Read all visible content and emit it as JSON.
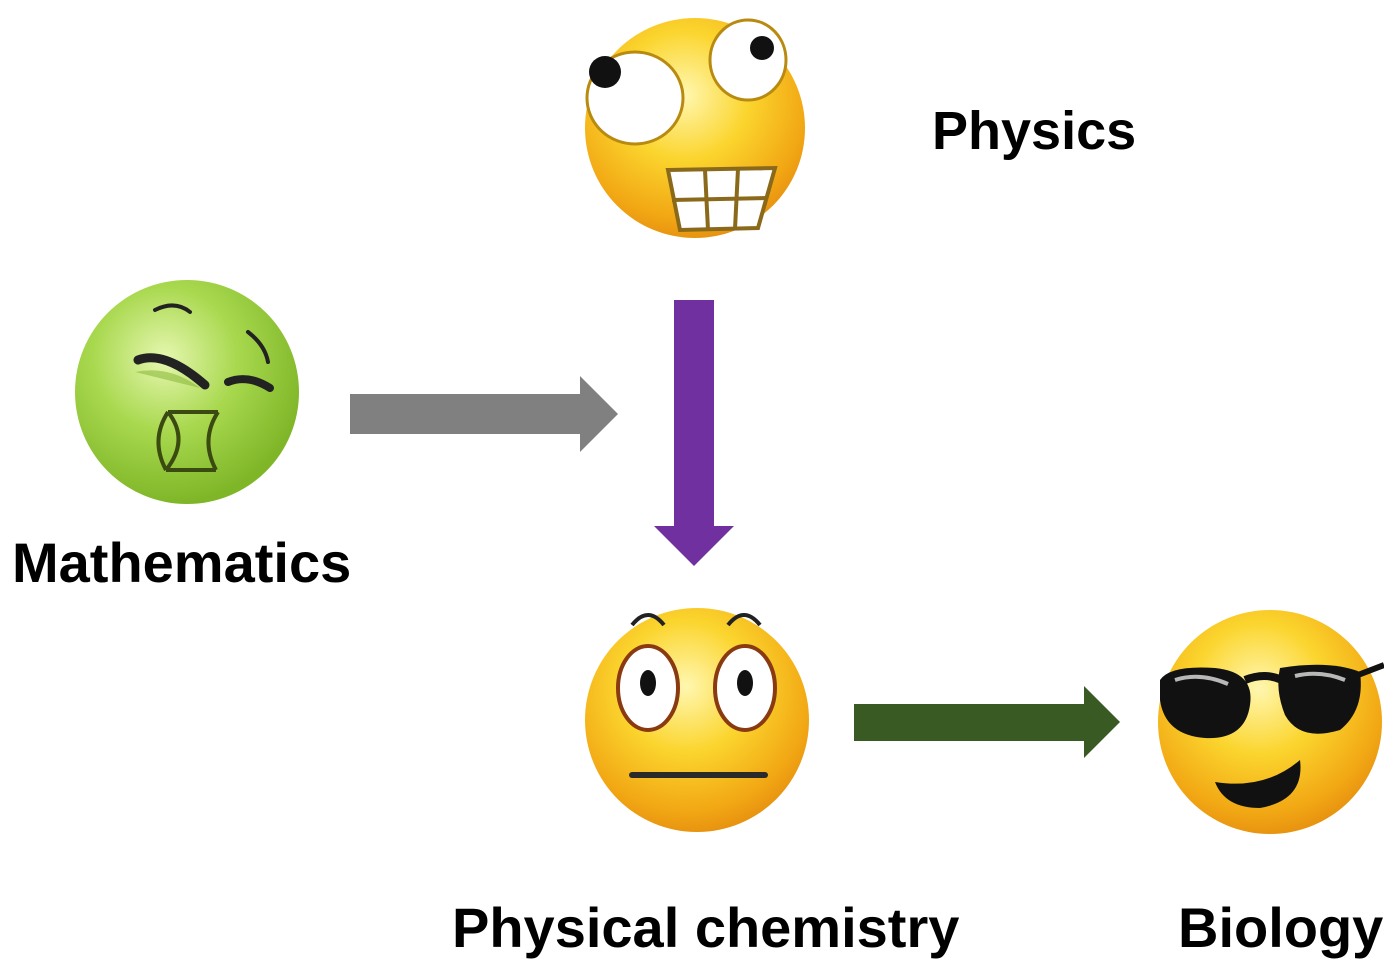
{
  "labels": {
    "physics": "Physics",
    "mathematics": "Mathematics",
    "physical_chemistry": "Physical chemistry",
    "biology": "Biology"
  },
  "faces": {
    "physics": "grimacing-face-icon",
    "mathematics": "nauseated-face-icon",
    "physical_chemistry": "flushed-face-icon",
    "biology": "sunglasses-face-icon"
  },
  "arrows": [
    {
      "from": "mathematics",
      "to": "physical_chemistry",
      "color": "#808080"
    },
    {
      "from": "physics",
      "to": "physical_chemistry",
      "color": "#7030a0"
    },
    {
      "from": "physical_chemistry",
      "to": "biology",
      "color": "#3a5a23"
    }
  ],
  "colors": {
    "yellow_face": "#f7c21a",
    "green_face": "#9ed24a",
    "arrow_gray": "#808080",
    "arrow_purple": "#7030a0",
    "arrow_green": "#3a5a23"
  }
}
